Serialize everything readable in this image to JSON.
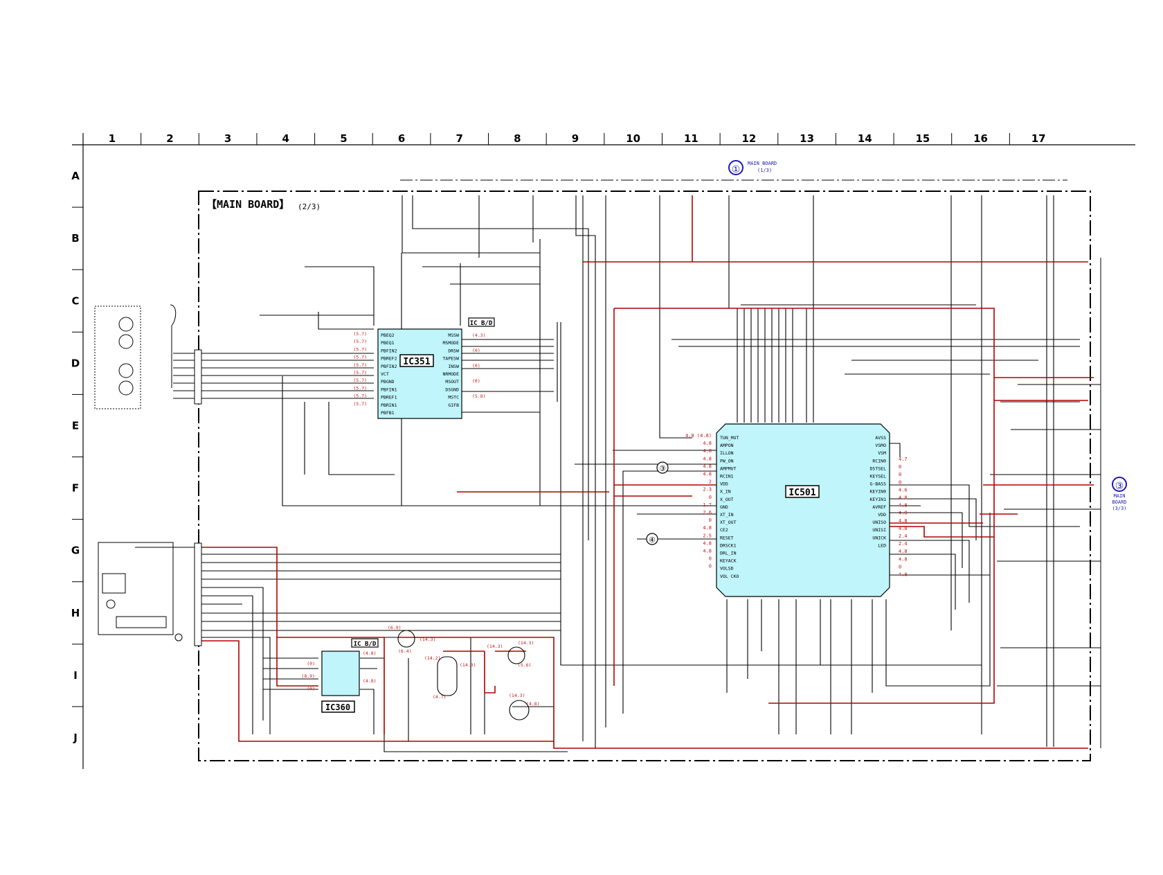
{
  "grid": {
    "columns": [
      "1",
      "2",
      "3",
      "4",
      "5",
      "6",
      "7",
      "8",
      "9",
      "10",
      "11",
      "12",
      "13",
      "14",
      "15",
      "16",
      "17"
    ],
    "rows": [
      "A",
      "B",
      "C",
      "D",
      "E",
      "F",
      "G",
      "H",
      "I",
      "J"
    ]
  },
  "board": {
    "title": "【MAIN BOARD】",
    "sheet": "(2/3)"
  },
  "connectors": {
    "top": {
      "number": "①",
      "line1": "MAIN BOARD",
      "line2": "(1/3)"
    },
    "right": {
      "number": "③",
      "line1": "MAIN",
      "line2": "BOARD",
      "line3": "(3/3)"
    }
  },
  "ics": {
    "ic351": {
      "label": "IC351",
      "tag": "IC B/D"
    },
    "ic501": {
      "label": "IC501"
    },
    "ic360": {
      "label": "IC360",
      "tag": "IC B/D"
    }
  },
  "callouts": [
    "③",
    "④"
  ],
  "ic351_pins": {
    "left": [
      "PBEQ2",
      "PBEQ1",
      "PBFIN2",
      "PBREF2",
      "PBFIN2",
      "VCT",
      "PBGND",
      "PBFIN1",
      "PBREF1",
      "PBRIN1",
      "PBFB1"
    ],
    "right": [
      "MSSW",
      "MSMODE",
      "DRSW",
      "TAPESW",
      "INSW",
      "NRMODE",
      "MSOUT",
      "DSGND",
      "MSTC",
      "GIFB"
    ]
  },
  "ic501_pins": {
    "left": [
      "TUN_MUT",
      "AMPON",
      "ILLON",
      "PW_ON",
      "AMPMUT",
      "RCIN1",
      "VDD",
      "X_IN",
      "X_OUT",
      "GND",
      "XT_IN",
      "XT_OUT",
      "CE2",
      "RESET",
      "DRSCK1",
      "DRL_IN",
      "KEYACK",
      "VOLSD",
      "VOL CKO"
    ],
    "right": [
      "AVSS",
      "VSMO",
      "VSM",
      "RCIN0",
      "DSTSEL",
      "KEYSEL",
      "G-BASS",
      "KEYIN0",
      "KEYIN1",
      "AVREF",
      "VDD",
      "UNISO",
      "UNISI",
      "UNICK",
      "LED"
    ]
  },
  "ic501_left_voltages": [
    "4.8 (4.8)",
    "4.8",
    "4.8",
    "4.8",
    "4.8",
    "4.8",
    "2",
    "2.3",
    "0",
    "1.7",
    "2.6",
    "0",
    "4.8",
    "2.5",
    "4.8",
    "4.8",
    "0",
    "0"
  ],
  "ic501_right_voltages": [
    "4.7",
    "0",
    "0",
    "0",
    "4.6",
    "4.8",
    "4.8",
    "4.8",
    "4.8",
    "4.8",
    "2.4",
    "2.4",
    "4.8",
    "4.8",
    "0",
    "4.8"
  ],
  "ic351_voltages": [
    "(5.7)",
    "(5.7)",
    "(5.7)",
    "(5.7)",
    "(5.7)",
    "(5.7)",
    "(5.7)",
    "(5.7)",
    "(5.7)",
    "(5.7)",
    "(4.3)",
    "(0)",
    "(0)",
    "(0)",
    "(5.8)"
  ],
  "transistor_voltages": [
    "(6.9)",
    "(14.3)",
    "(6.4)",
    "(14.2)",
    "(14.3)",
    "(14.3)",
    "(14.3)",
    "(14.3)",
    "(5.6)",
    "(4.8)",
    "(4.7)"
  ],
  "ic360_voltages": [
    "(0)",
    "(8.9)",
    "(0)",
    "(4.8)",
    "(4.8)"
  ],
  "colors": {
    "net": "#000000",
    "power": "#b00000",
    "ic_fill": "#bff5fb",
    "connector": "#1a1ab0",
    "voltage": "#c81414"
  }
}
